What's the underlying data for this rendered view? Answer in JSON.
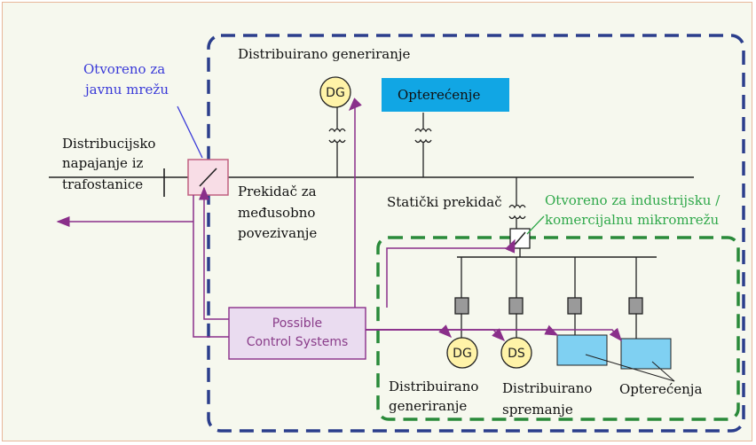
{
  "labels": {
    "distributed_generation_header": "Distribuirano generiranje",
    "open_public_grid_line1": "Otvoreno za",
    "open_public_grid_line2": "javnu mrežu",
    "distribution_supply_line1": "Distribucijsko",
    "distribution_supply_line2": "napajanje iz",
    "distribution_supply_line3": "trafostanice",
    "interconnection_switch_line1": "Prekidač za",
    "interconnection_switch_line2": "međusobno",
    "interconnection_switch_line3": "povezivanje",
    "static_switch": "Statički prekidač",
    "open_industrial_line1": "Otvoreno za industrijsku /",
    "open_industrial_line2": "komercijalnu mikromrežu",
    "load_box": "Opterećenje",
    "dg_top": "DG",
    "dg_bottom": "DG",
    "ds_bottom": "DS",
    "control_line1": "Possible",
    "control_line2": "Control Systems",
    "bottom_dg_line1": "Distribuirano",
    "bottom_dg_line2": "generiranje",
    "bottom_ds_line1": "Distribuirano",
    "bottom_ds_line2": "spremanje",
    "bottom_loads": "Opterećenja"
  },
  "colors": {
    "outer_boundary": "#2b3e8c",
    "microgrid_boundary": "#2a8a3a",
    "control_lines": "#8a2f8a",
    "load_box_fill": "#11a6e4",
    "small_load_fill": "#7fd0f2",
    "dg_circle_fill": "#fff3a8",
    "breaker_fill": "#9a9a9a"
  }
}
